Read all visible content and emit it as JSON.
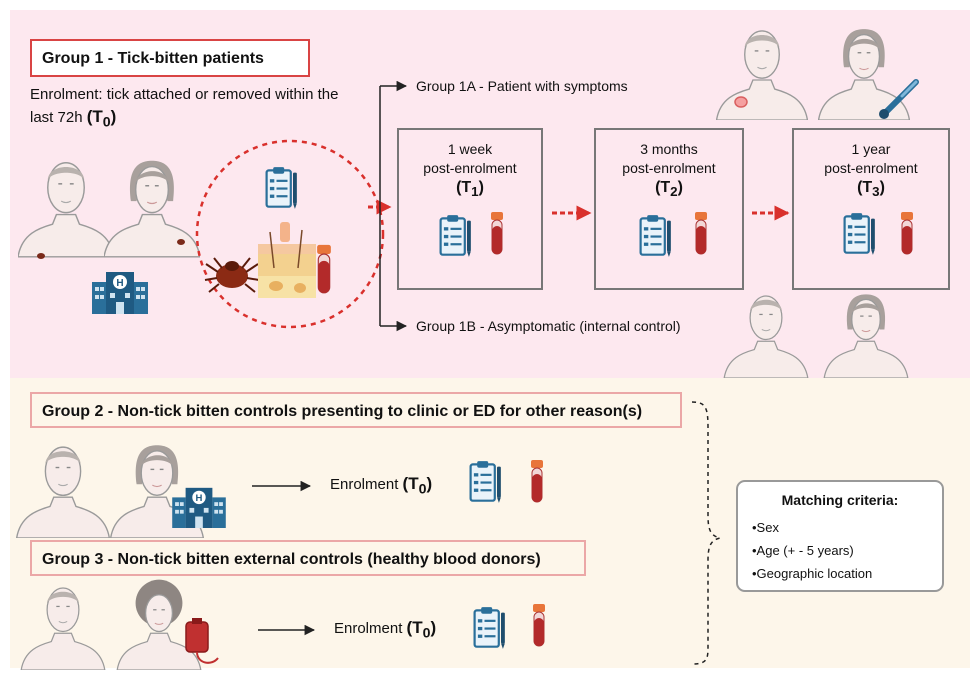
{
  "group1": {
    "title": "Group 1 - Tick-bitten patients",
    "enrolment_text": "Enrolment: tick attached or removed within the last 72h",
    "enrolment_timepoint": "(T",
    "enrolment_sub": "0",
    "enrolment_close": ")",
    "branch_a": "Group 1A -  Patient with symptoms",
    "branch_b": "Group 1B -  Asymptomatic (internal control)",
    "timepoints": [
      {
        "line1": "1 week",
        "line2": "post-enrolment",
        "code": "(T",
        "sub": "1",
        "close": ")"
      },
      {
        "line1": "3 months",
        "line2": "post-enrolment",
        "code": "(T",
        "sub": "2",
        "close": ")"
      },
      {
        "line1": "1 year",
        "line2": "post-enrolment",
        "code": "(T",
        "sub": "3",
        "close": ")"
      }
    ]
  },
  "group2": {
    "title": "Group 2 - Non-tick bitten controls presenting to clinic or ED for other reason(s)",
    "enrolment": "Enrolment",
    "code": "(T",
    "sub": "0",
    "close": ")"
  },
  "group3": {
    "title": "Group 3 - Non-tick bitten external controls (healthy blood donors)",
    "enrolment": "Enrolment",
    "code": "(T",
    "sub": "0",
    "close": ")"
  },
  "matching": {
    "title": "Matching criteria:",
    "items": [
      "•Sex",
      "•Age (+ -  5 years)",
      "•Geographic location"
    ]
  },
  "colors": {
    "top_panel": "#fde8ef",
    "bottom_panel": "#fdf6ea",
    "red_dash": "#d9302c",
    "clipboard": "#2a6f9a",
    "blood": "#b32a2a"
  },
  "icons": [
    "person-male-icon",
    "person-female-icon",
    "hospital-icon",
    "clipboard-icon",
    "blood-tube-icon",
    "tick-icon",
    "skin-section-icon",
    "thermometer-icon",
    "blood-bag-icon"
  ]
}
